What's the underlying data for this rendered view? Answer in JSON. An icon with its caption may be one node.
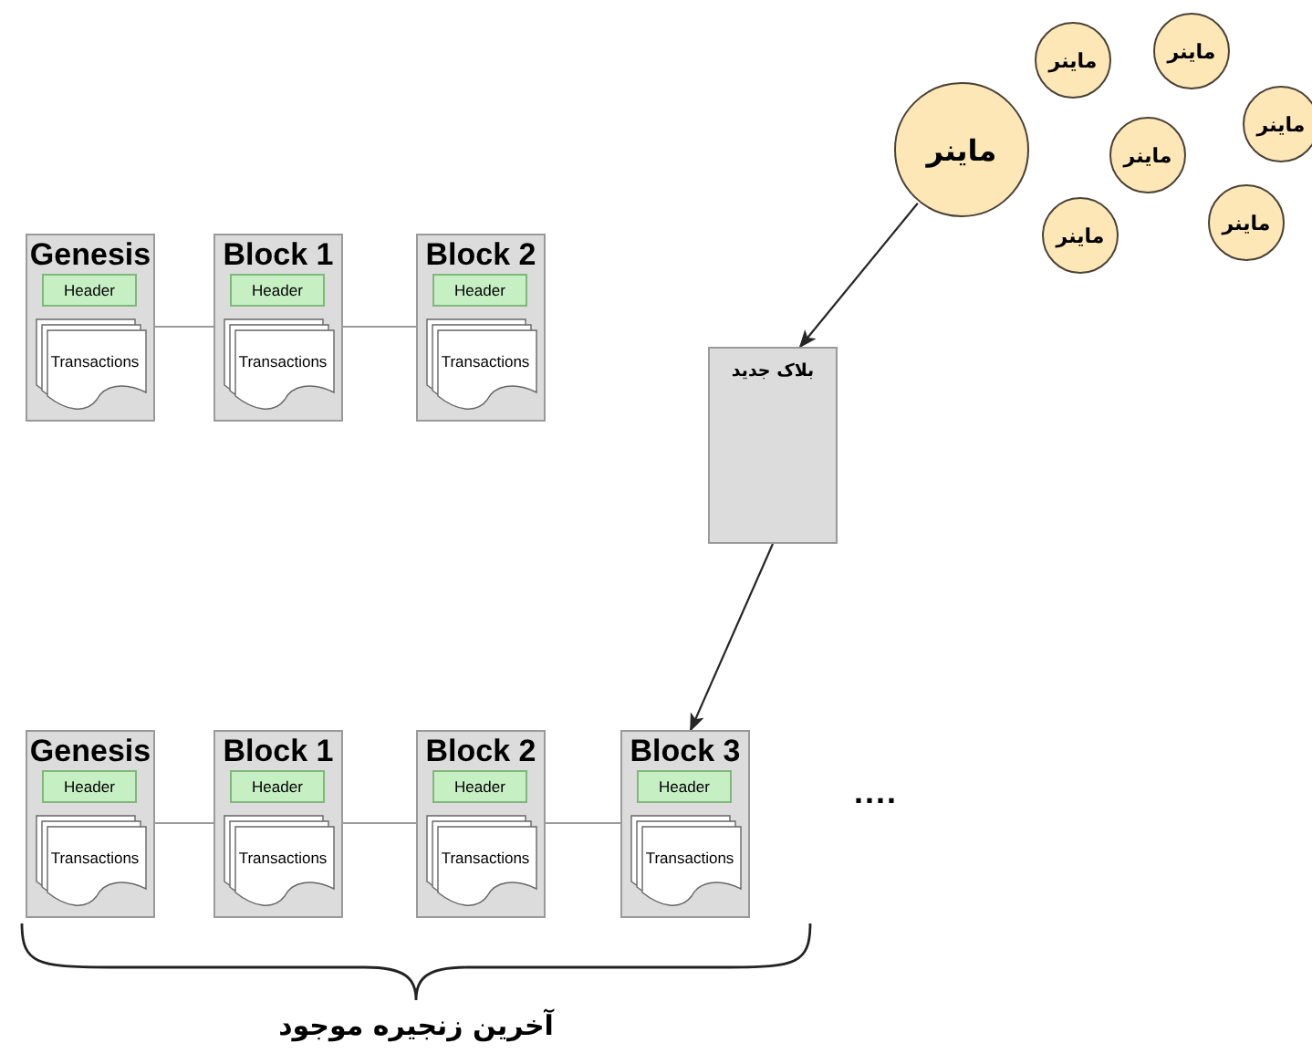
{
  "diagram": {
    "nodes": [
      {
        "text": [
          "Genesis"
        ]
      },
      {
        "text": [
          "Header"
        ],
        "in": 0
      },
      {
        "text": [
          "Transactions"
        ],
        "in": 0
      },
      {
        "text": [
          "Block 1"
        ]
      },
      {
        "text": [
          "Header"
        ],
        "in": 3
      },
      {
        "text": [
          "Transactions"
        ],
        "in": 3
      },
      {
        "text": [
          "Block 2"
        ]
      },
      {
        "text": [
          "Header"
        ],
        "in": 6
      },
      {
        "text": [
          "Transactions"
        ],
        "in": 6
      },
      {
        "text": [
          "ماینر"
        ]
      },
      {
        "text": [
          "ماینر"
        ]
      },
      {
        "text": [
          "ماینر"
        ]
      },
      {
        "text": [
          "ماینر"
        ]
      },
      {
        "text": [
          "ماینر"
        ]
      },
      {
        "text": [
          "ماینر"
        ]
      },
      {
        "text": [
          "ماینر"
        ]
      },
      {
        "text": [
          "بلاک جدید"
        ]
      },
      {
        "text": [
          "Genesis"
        ]
      },
      {
        "text": [
          "Header"
        ],
        "in": 17
      },
      {
        "text": [
          "Transactions"
        ],
        "in": 17
      },
      {
        "text": [
          "Block 1"
        ]
      },
      {
        "text": [
          "Header"
        ],
        "in": 20
      },
      {
        "text": [
          "Transactions"
        ],
        "in": 20
      },
      {
        "text": [
          "Block 2"
        ]
      },
      {
        "text": [
          "Header"
        ],
        "in": 23
      },
      {
        "text": [
          "Transactions"
        ],
        "in": 23
      },
      {
        "text": [
          "Block 3"
        ]
      },
      {
        "text": [
          "Header"
        ],
        "in": 26
      },
      {
        "text": [
          "Transactions"
        ],
        "in": 26
      }
    ],
    "edges": [
      {
        "from": 0,
        "to": 3,
        "arrow": "none"
      },
      {
        "from": 3,
        "to": 6,
        "arrow": "none"
      },
      {
        "from": 9,
        "to": 16,
        "arrow": "to",
        "color": "#262626"
      },
      {
        "from": 16,
        "to": 26,
        "arrow": "to",
        "color": "#262626"
      },
      {
        "from": 17,
        "to": 20,
        "arrow": "none"
      },
      {
        "from": 20,
        "to": 23,
        "arrow": "none"
      },
      {
        "from": 23,
        "to": 26,
        "arrow": "none"
      }
    ],
    "labels": [
      "....",
      "آخرین زنجیره موجود"
    ]
  }
}
